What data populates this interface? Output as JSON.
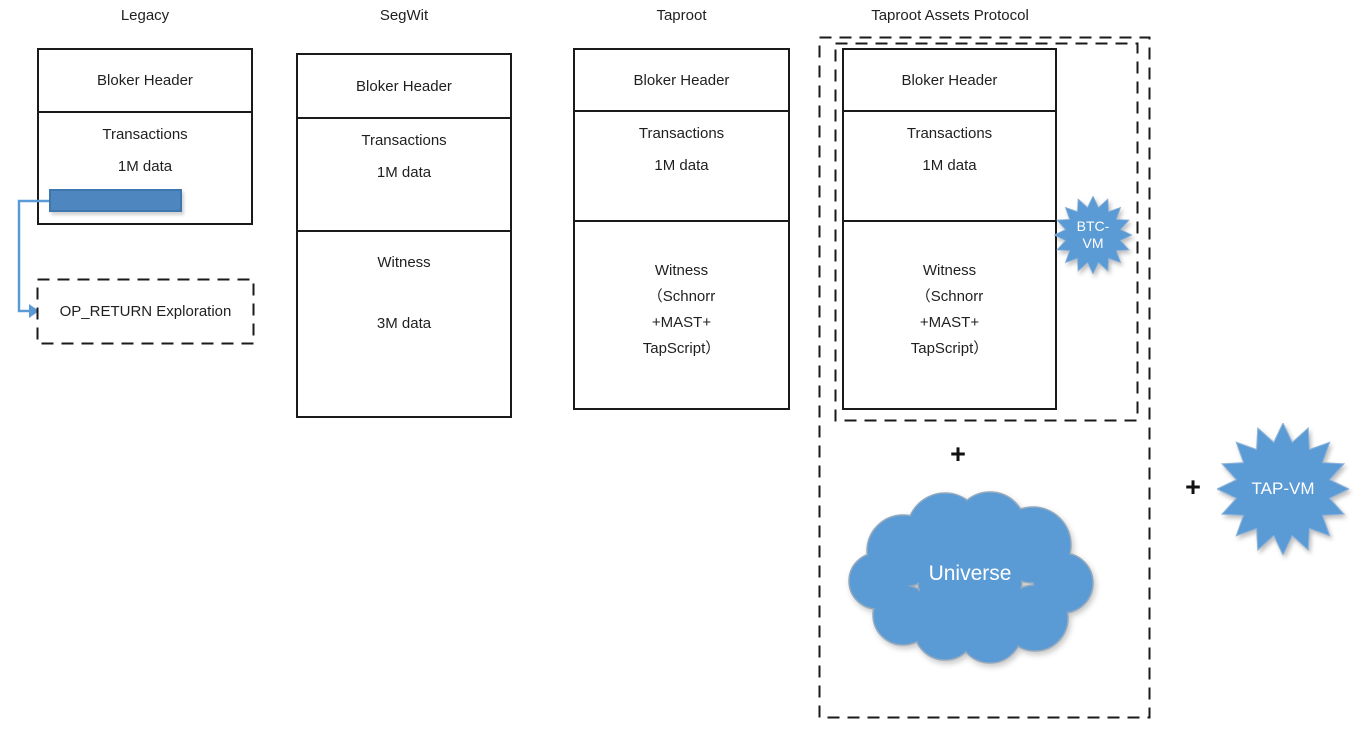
{
  "legacy": {
    "title": "Legacy",
    "header": "Bloker Header",
    "tx_label": "Transactions",
    "tx_size": "1M data",
    "op_return": "OP_RETURN Exploration"
  },
  "segwit": {
    "title": "SegWit",
    "header": "Bloker Header",
    "tx_label": "Transactions",
    "tx_size": "1M data",
    "witness_label": "Witness",
    "witness_size": "3M data"
  },
  "taproot": {
    "title": "Taproot",
    "header": "Bloker Header",
    "tx_label": "Transactions",
    "tx_size": "1M data",
    "witness_line1": "Witness",
    "witness_line2": "（Schnorr",
    "witness_line3": "+MAST+",
    "witness_line4": "TapScript）"
  },
  "tap_protocol": {
    "title": "Taproot Assets Protocol",
    "header": "Bloker Header",
    "tx_label": "Transactions",
    "tx_size": "1M data",
    "witness_line1": "Witness",
    "witness_line2": "（Schnorr",
    "witness_line3": "+MAST+",
    "witness_line4": "TapScript）",
    "btc_vm_line1": "BTC-",
    "btc_vm_line2": "VM",
    "plus": "+",
    "universe_label": "Universe"
  },
  "addon": {
    "plus": "+",
    "tap_vm_label": "TAP-VM"
  },
  "colors": {
    "accent_blue": "#5b9bd5",
    "bar_fill": "#4e86c0",
    "bar_border": "#3f76ad",
    "line_black": "#1a1a1a"
  }
}
